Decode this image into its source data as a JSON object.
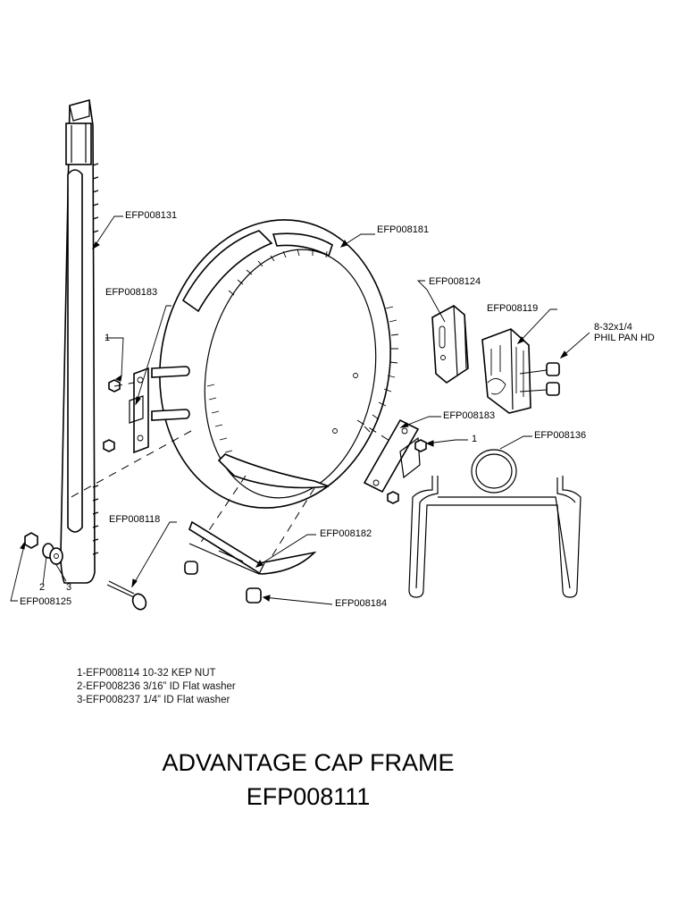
{
  "drawing": {
    "title_line1": "ADVANTAGE CAP FRAME",
    "title_line2": "EFP008111"
  },
  "callouts": {
    "efp008131": "EFP008131",
    "efp008181": "EFP008181",
    "efp008183_left": "EFP008183",
    "efp008124": "EFP008124",
    "efp008119": "EFP008119",
    "screw": "8-32x1/4\nPHIL PAN HD",
    "one_left": "1",
    "efp008183_right": "EFP008183",
    "one_right": "1",
    "efp008136": "EFP008136",
    "efp008118": "EFP008118",
    "efp008182": "EFP008182",
    "two": "2",
    "three": "3",
    "efp008125": "EFP008125",
    "efp008184": "EFP008184"
  },
  "legend": [
    "1-EFP008114 10-32 KEP NUT",
    "2-EFP008236 3/16” ID Flat washer",
    "3-EFP008237 1/4” ID Flat washer"
  ]
}
